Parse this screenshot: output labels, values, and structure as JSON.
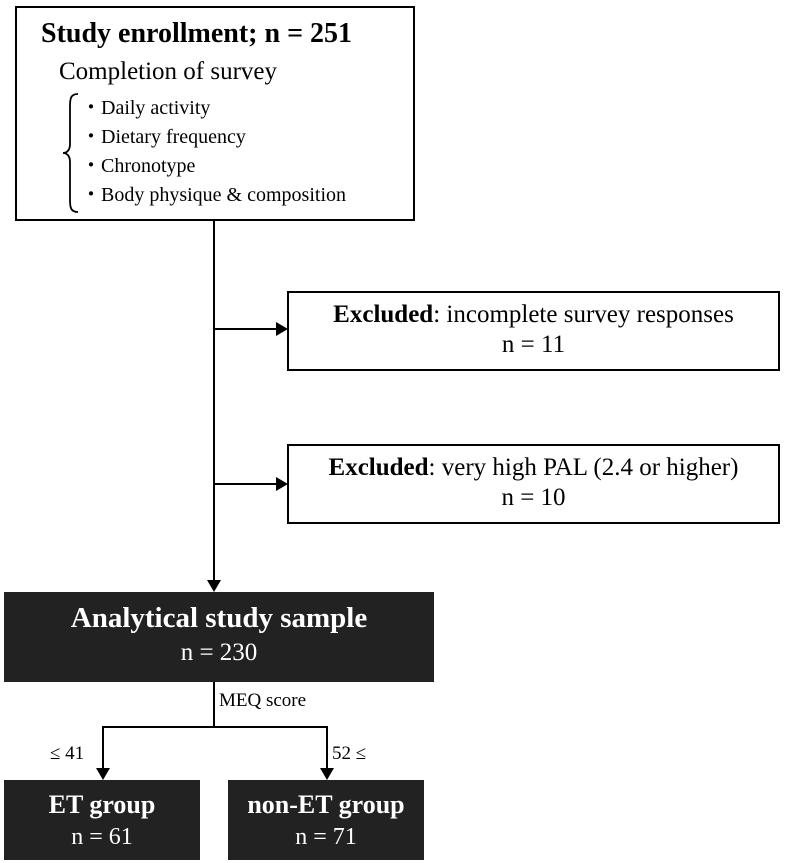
{
  "enrollment": {
    "title": "Study enrollment; n = 251",
    "subtitle": "Completion of survey",
    "bullet_glyph": "・",
    "items": [
      "Daily activity",
      "Dietary frequency",
      "Chronotype",
      "Body physique & composition"
    ]
  },
  "exclusion1": {
    "label_bold": "Excluded",
    "label_rest": ": incomplete survey responses",
    "count": "n = 11"
  },
  "exclusion2": {
    "label_bold": "Excluded",
    "label_rest": ": very high PAL (2.4 or higher)",
    "count": "n = 10"
  },
  "analytical": {
    "title": "Analytical study sample",
    "count": "n = 230"
  },
  "split": {
    "label": "MEQ score",
    "left_threshold": "≤ 41",
    "right_threshold": "52 ≤"
  },
  "groups": [
    {
      "name": "ET group",
      "count": "n = 61"
    },
    {
      "name": "non-ET group",
      "count": "n = 71"
    }
  ],
  "colors": {
    "dark_box": "#222222",
    "line": "#000000",
    "text_on_dark": "#ffffff"
  }
}
